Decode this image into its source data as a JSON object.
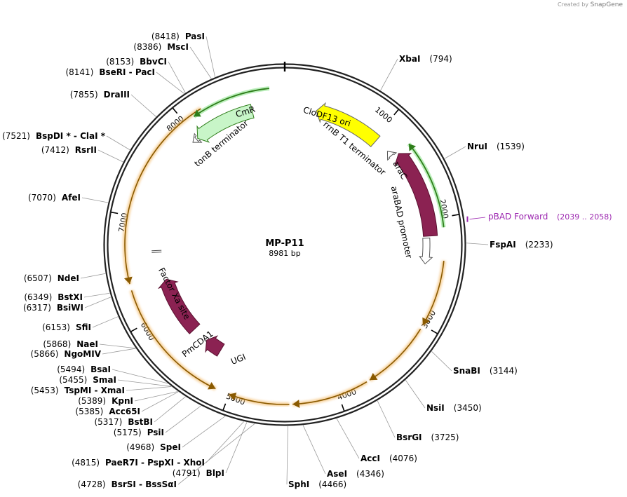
{
  "credit": {
    "created_by": "Created by",
    "brand": "SnapGene"
  },
  "plasmid": {
    "name": "MP-P11",
    "size_label": "8981 bp",
    "length": 8981
  },
  "colors": {
    "accent_brown": "#8b2252",
    "yellow": "#ffff00",
    "light_green": "#c8f5c8",
    "orange_glow": "#f5c37a",
    "primer": "#9c27b0"
  },
  "ticks": [
    {
      "pos": 1000,
      "label": "1000"
    },
    {
      "pos": 2000,
      "label": "2000"
    },
    {
      "pos": 3000,
      "label": "3000"
    },
    {
      "pos": 4000,
      "label": "4000"
    },
    {
      "pos": 5000,
      "label": "5000"
    },
    {
      "pos": 6000,
      "label": "6000"
    },
    {
      "pos": 7000,
      "label": "7000"
    },
    {
      "pos": 8000,
      "label": "8000"
    }
  ],
  "sites": [
    {
      "name": "XbaI",
      "pos_label": "(794)",
      "pos": 794
    },
    {
      "name": "NruI",
      "pos_label": "(1539)",
      "pos": 1539
    },
    {
      "name": "FspAI",
      "pos_label": "(2233)",
      "pos": 2233
    },
    {
      "name": "SnaBI",
      "pos_label": "(3144)",
      "pos": 3144
    },
    {
      "name": "NsiI",
      "pos_label": "(3450)",
      "pos": 3450
    },
    {
      "name": "BsrGI",
      "pos_label": "(3725)",
      "pos": 3725
    },
    {
      "name": "AccI",
      "pos_label": "(4076)",
      "pos": 4076
    },
    {
      "name": "AseI",
      "pos_label": "(4346)",
      "pos": 4346
    },
    {
      "name": "SphI",
      "pos_label": "(4466)",
      "pos": 4466
    },
    {
      "name": "BsrSI - BssSαI",
      "pos_label": "(4728)",
      "pos": 4728
    },
    {
      "name": "BlpI",
      "pos_label": "(4791)",
      "pos": 4791
    },
    {
      "name": "PaeR7I - PspXI - XhoI",
      "pos_label": "(4815)",
      "pos": 4815
    },
    {
      "name": "SpeI",
      "pos_label": "(4968)",
      "pos": 4968
    },
    {
      "name": "PsiI",
      "pos_label": "(5175)",
      "pos": 5175
    },
    {
      "name": "BstBI",
      "pos_label": "(5317)",
      "pos": 5317
    },
    {
      "name": "Acc65I",
      "pos_label": "(5385)",
      "pos": 5385
    },
    {
      "name": "KpnI",
      "pos_label": "(5389)",
      "pos": 5389
    },
    {
      "name": "TspMI - XmaI",
      "pos_label": "(5453)",
      "pos": 5453
    },
    {
      "name": "SmaI",
      "pos_label": "(5455)",
      "pos": 5455
    },
    {
      "name": "BsaI",
      "pos_label": "(5494)",
      "pos": 5494
    },
    {
      "name": "NgoMIV",
      "pos_label": "(5866)",
      "pos": 5866
    },
    {
      "name": "NaeI",
      "pos_label": "(5868)",
      "pos": 5868
    },
    {
      "name": "SfiI",
      "pos_label": "(6153)",
      "pos": 6153
    },
    {
      "name": "BsiWI",
      "pos_label": "(6317)",
      "pos": 6317
    },
    {
      "name": "BstXI",
      "pos_label": "(6349)",
      "pos": 6349
    },
    {
      "name": "NdeI",
      "pos_label": "(6507)",
      "pos": 6507
    },
    {
      "name": "AfeI",
      "pos_label": "(7070)",
      "pos": 7070
    },
    {
      "name": "RsrII",
      "pos_label": "(7412)",
      "pos": 7412
    },
    {
      "name": "BspDI * - ClaI *",
      "pos_label": "(7521)",
      "pos": 7521
    },
    {
      "name": "DraIII",
      "pos_label": "(7855)",
      "pos": 7855
    },
    {
      "name": "BseRI - PacI",
      "pos_label": "(8141)",
      "pos": 8141
    },
    {
      "name": "BbvCI",
      "pos_label": "(8153)",
      "pos": 8153
    },
    {
      "name": "MscI",
      "pos_label": "(8386)",
      "pos": 8386
    },
    {
      "name": "PasI",
      "pos_label": "(8418)",
      "pos": 8418
    }
  ],
  "primer": {
    "name": "pBAD Forward",
    "range_label": "(2039 .. 2058)",
    "pos": 2048
  },
  "features": [
    {
      "name": "CloDF13 ori",
      "start": 320,
      "end": 1050,
      "strand": -1,
      "type": "ori"
    },
    {
      "name": "araC",
      "start": 1300,
      "end": 2180,
      "strand": -1,
      "type": "cds"
    },
    {
      "name": "rrnB T1 terminator",
      "start": 1180,
      "end": 1260,
      "strand": -1,
      "type": "terminator"
    },
    {
      "name": "araBAD promoter",
      "start": 2180,
      "end": 2460,
      "strand": 1,
      "type": "promoter"
    },
    {
      "name": "CmR",
      "start": 7990,
      "end": 8640,
      "strand": -1,
      "type": "cds_light"
    },
    {
      "name": "tonB terminator",
      "start": 7930,
      "end": 7980,
      "strand": -1,
      "type": "terminator"
    },
    {
      "name": "PmCDA1",
      "start": 6350,
      "end": 5630,
      "strand": -1,
      "type": "cds_inner"
    },
    {
      "name": "UGI",
      "start": 5480,
      "end": 5250,
      "strand": -1,
      "type": "cds_inner"
    },
    {
      "name": "Factor Xa site",
      "start": 6650,
      "end": 6690,
      "strand": 1,
      "type": "site"
    }
  ]
}
